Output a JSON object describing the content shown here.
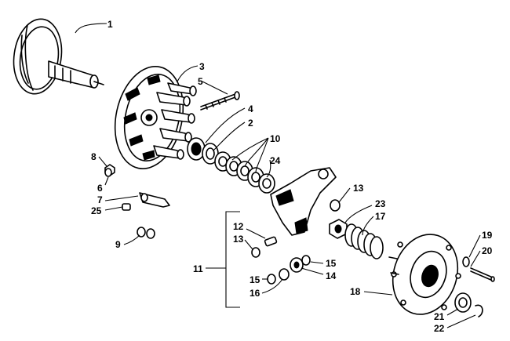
{
  "callouts": {
    "c1": "1",
    "c2": "2",
    "c3": "3",
    "c4": "4",
    "c5": "5",
    "c6": "6",
    "c7": "7",
    "c8": "8",
    "c9": "9",
    "c10": "10",
    "c11": "11",
    "c12": "12",
    "c13a": "13",
    "c13b": "13",
    "c14": "14",
    "c15a": "15",
    "c15b": "15",
    "c16": "16",
    "c17": "17",
    "c18": "18",
    "c19": "19",
    "c20": "20",
    "c21": "21",
    "c22": "22",
    "c23": "23",
    "c24": "24",
    "c25": "25"
  }
}
